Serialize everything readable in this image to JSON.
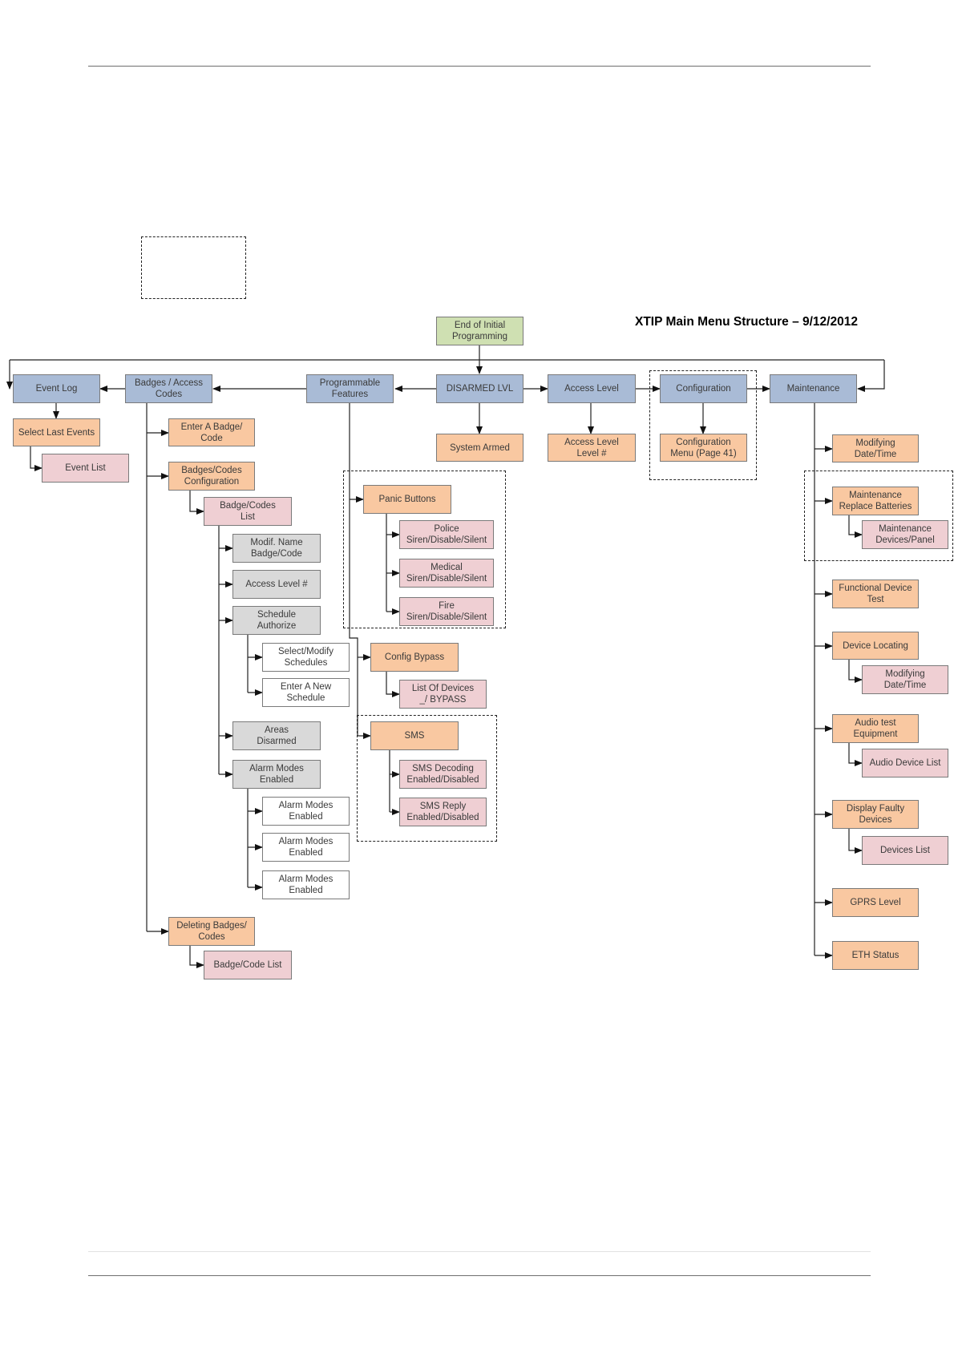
{
  "diagram": {
    "title": "XTIP Main Menu Structure – 9/12/2012",
    "colors": {
      "main_menu": "#a9bbd6",
      "submenu": "#f9c8a1",
      "list": "#efcfd3",
      "option": "#d9d9d9",
      "leaf": "#ffffff",
      "start": "#cfe0b2"
    },
    "nodes": {
      "end_initial": "End of Initial\nProgramming",
      "event_log": "Event Log",
      "badges_access": "Badges / Access\nCodes",
      "programmable": "Programmable\nFeatures",
      "disarmed": "DISARMED LVL",
      "access_level": "Access Level",
      "configuration": "Configuration",
      "maintenance": "Maintenance",
      "select_last_events": "Select Last Events",
      "event_list": "Event List",
      "enter_badge": "Enter A Badge/\nCode",
      "badges_config": "Badges/Codes\nConfiguration",
      "badges_list": "Badge/Codes\nList",
      "modif_name": "Modif. Name\nBadge/Code",
      "access_level_num": "Access Level #",
      "schedule_authorize": "Schedule\nAuthorize",
      "select_modify": "Select/Modify\nSchedules",
      "enter_new": "Enter A New\nSchedule",
      "areas_disarmed": "Areas\nDisarmed",
      "alarm_modes": "Alarm Modes\nEnabled",
      "alarm_modes_1": "Alarm Modes\nEnabled",
      "alarm_modes_2": "Alarm Modes\nEnabled",
      "alarm_modes_3": "Alarm Modes\nEnabled",
      "deleting_badges": "Deleting Badges/\nCodes",
      "badge_code_list": "Badge/Code List",
      "system_armed": "System Armed",
      "access_level_level": "Access Level\nLevel #",
      "config_menu": "Configuration\nMenu (Page 41)",
      "panic_buttons": "Panic Buttons",
      "police": "Police\nSiren/Disable/Silent",
      "medical": "Medical\nSiren/Disable/Silent",
      "fire": "Fire\nSiren/Disable/Silent",
      "config_bypass": "Config Bypass",
      "list_devices": "List Of Devices\n_/ BYPASS",
      "sms": "SMS",
      "sms_decoding": "SMS Decoding\nEnabled/Disabled",
      "sms_reply": "SMS Reply\nEnabled/Disabled",
      "mod_date_time": "Modifying\nDate/Time",
      "maint_replace": "Maintenance\nReplace Batteries",
      "maint_devices": "Maintenance\nDevices/Panel",
      "functional_test": "Functional Device\nTest",
      "device_locating": "Device Locating",
      "mod_date_time_2": "Modifying\nDate/Time",
      "audio_test": "Audio test\nEquipment",
      "audio_device_list": "Audio Device List",
      "display_faulty": "Display Faulty\nDevices",
      "devices_list": "Devices List",
      "gprs_level": "GPRS Level",
      "eth_status": "ETH Status"
    }
  }
}
